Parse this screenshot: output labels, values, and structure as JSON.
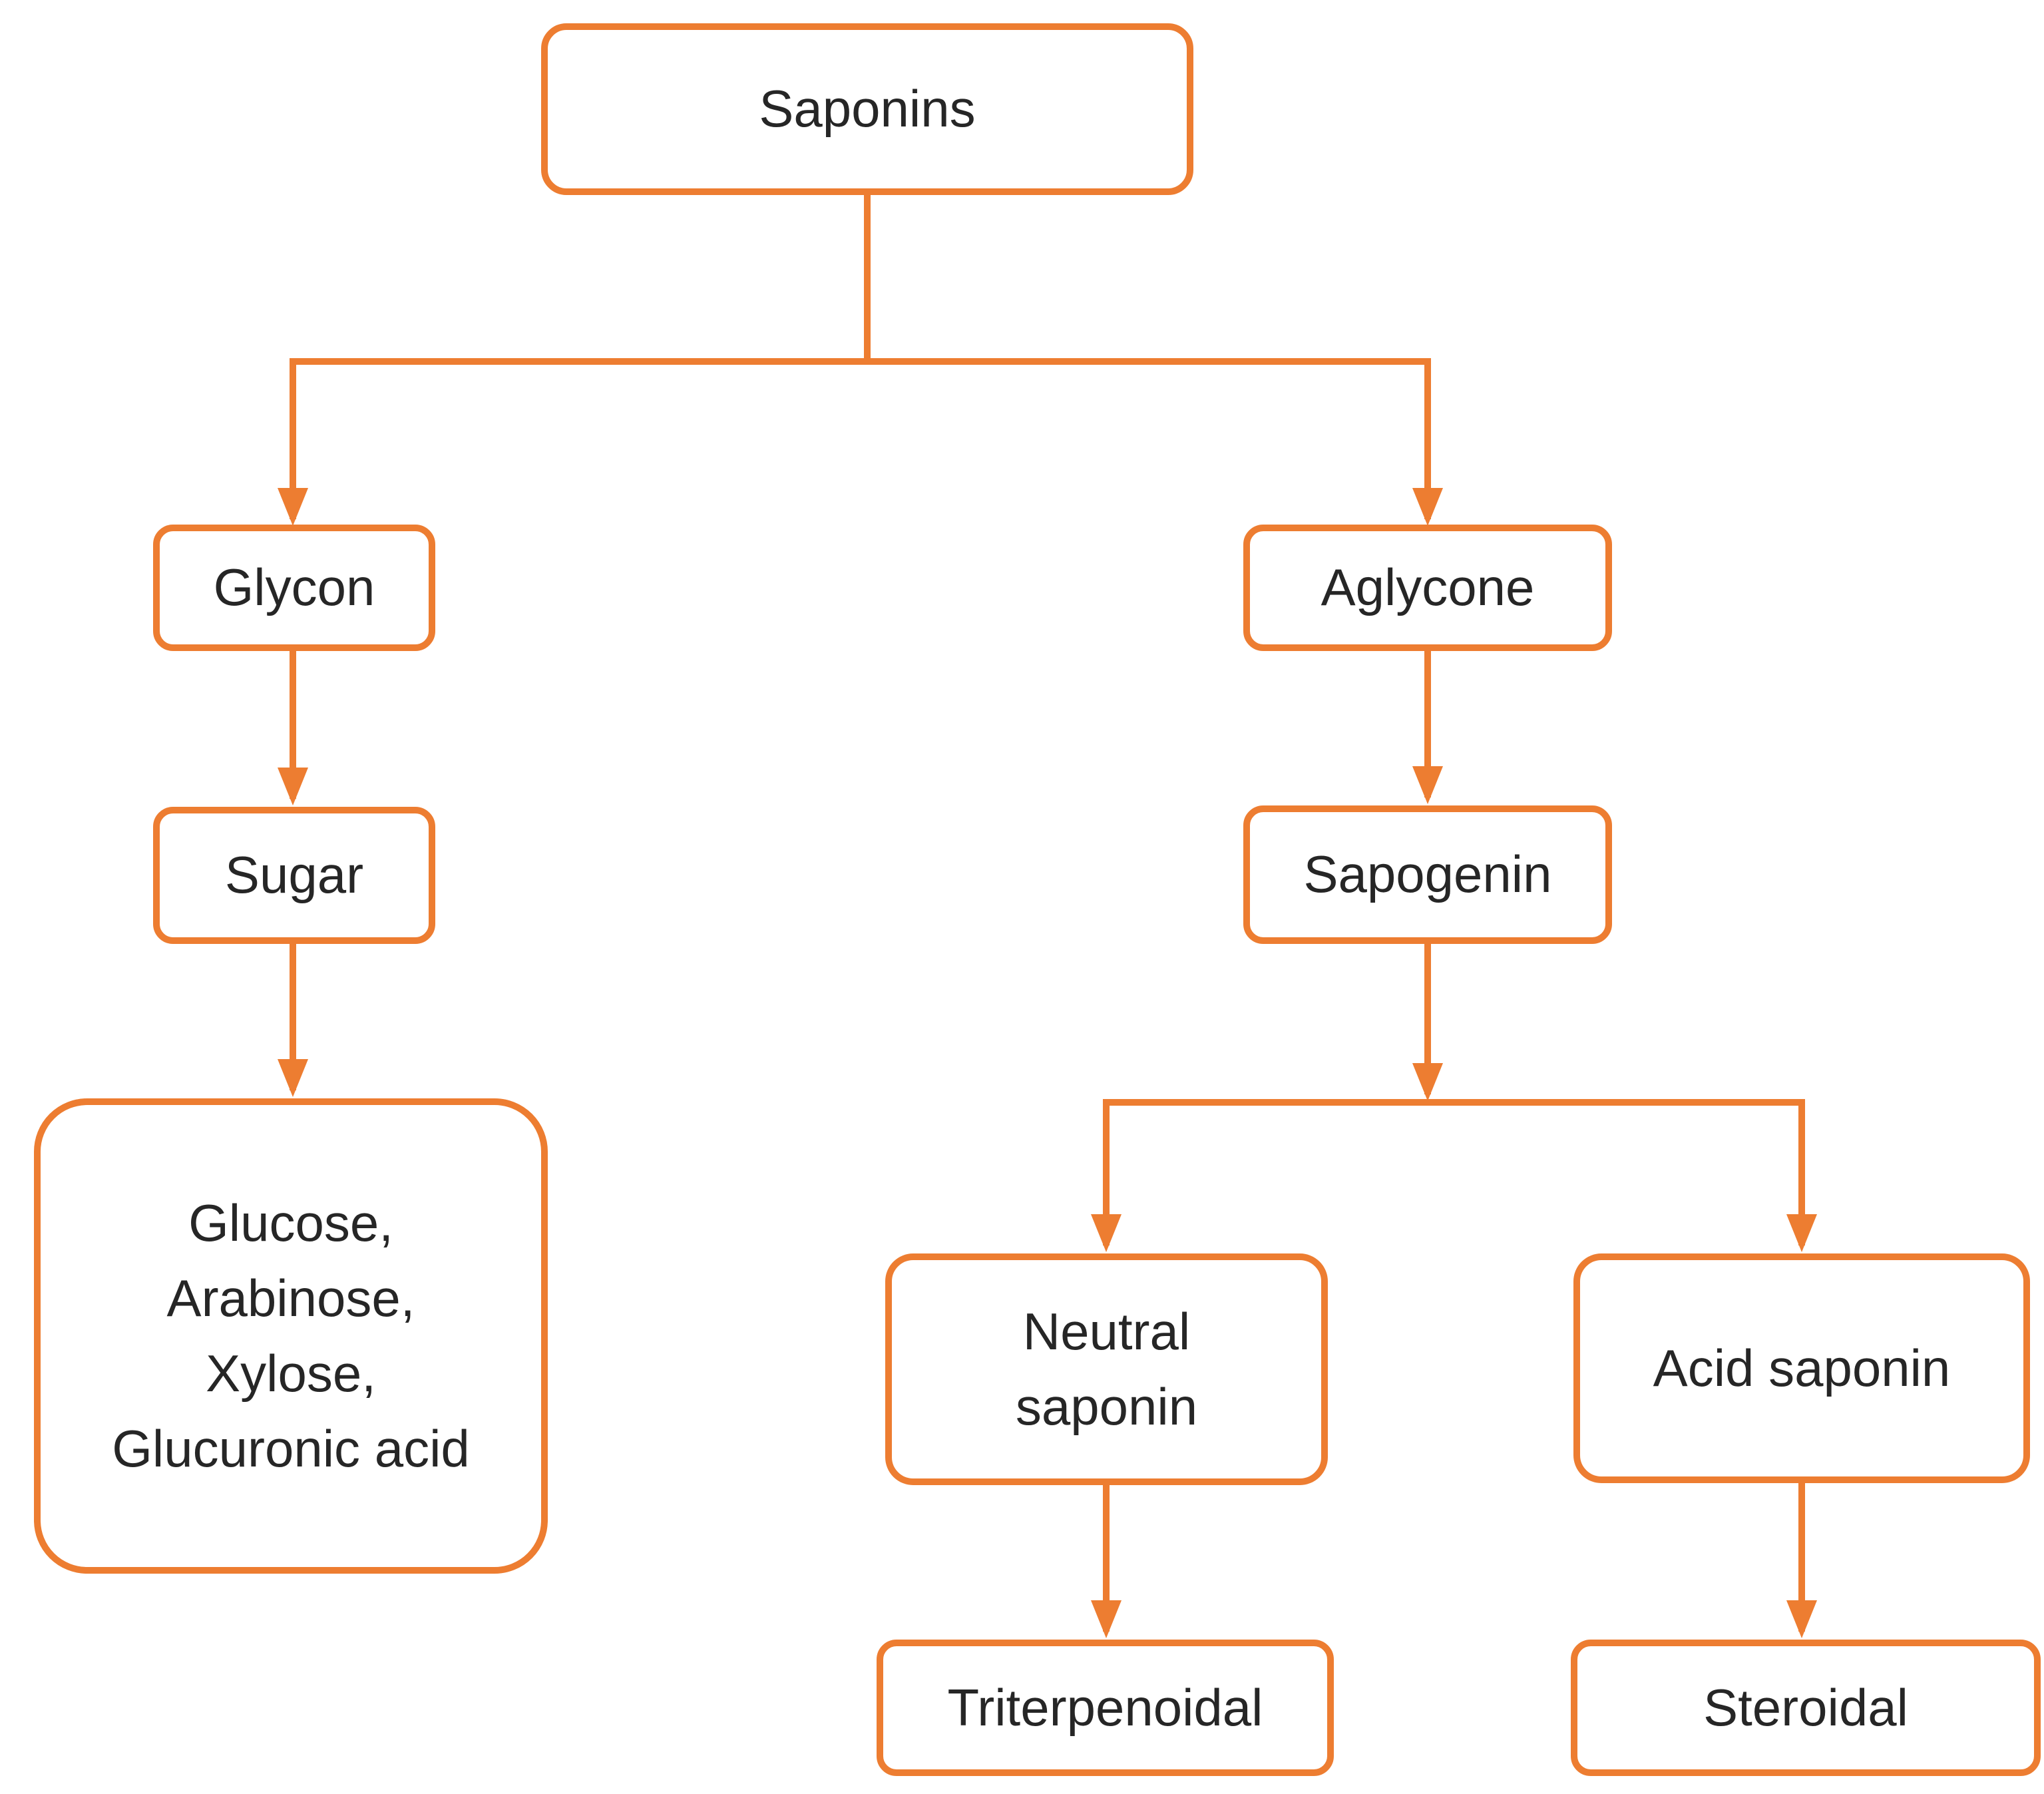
{
  "diagram": {
    "accent_color": "#ED7D31",
    "text_color": "#262626",
    "nodes": {
      "saponins": {
        "label": "Saponins"
      },
      "glycon": {
        "label": "Glycon"
      },
      "aglycone": {
        "label": "Aglycone"
      },
      "sugar": {
        "label": "Sugar"
      },
      "sapogenin": {
        "label": "Sapogenin"
      },
      "sugar_examples": {
        "label": "Glucose,\nArabinose,\nXylose,\nGlucuronic acid"
      },
      "neutral_saponin": {
        "label": "Neutral\nsaponin"
      },
      "acid_saponin": {
        "label": "Acid saponin"
      },
      "triterpenoidal": {
        "label": "Triterpenoidal"
      },
      "steroidal": {
        "label": "Steroidal"
      }
    },
    "edges": [
      {
        "from": "saponins",
        "to": "glycon"
      },
      {
        "from": "saponins",
        "to": "aglycone"
      },
      {
        "from": "glycon",
        "to": "sugar"
      },
      {
        "from": "aglycone",
        "to": "sapogenin"
      },
      {
        "from": "sugar",
        "to": "sugar_examples"
      },
      {
        "from": "sapogenin",
        "to": "neutral_saponin"
      },
      {
        "from": "sapogenin",
        "to": "acid_saponin"
      },
      {
        "from": "neutral_saponin",
        "to": "triterpenoidal"
      },
      {
        "from": "acid_saponin",
        "to": "steroidal"
      }
    ]
  }
}
